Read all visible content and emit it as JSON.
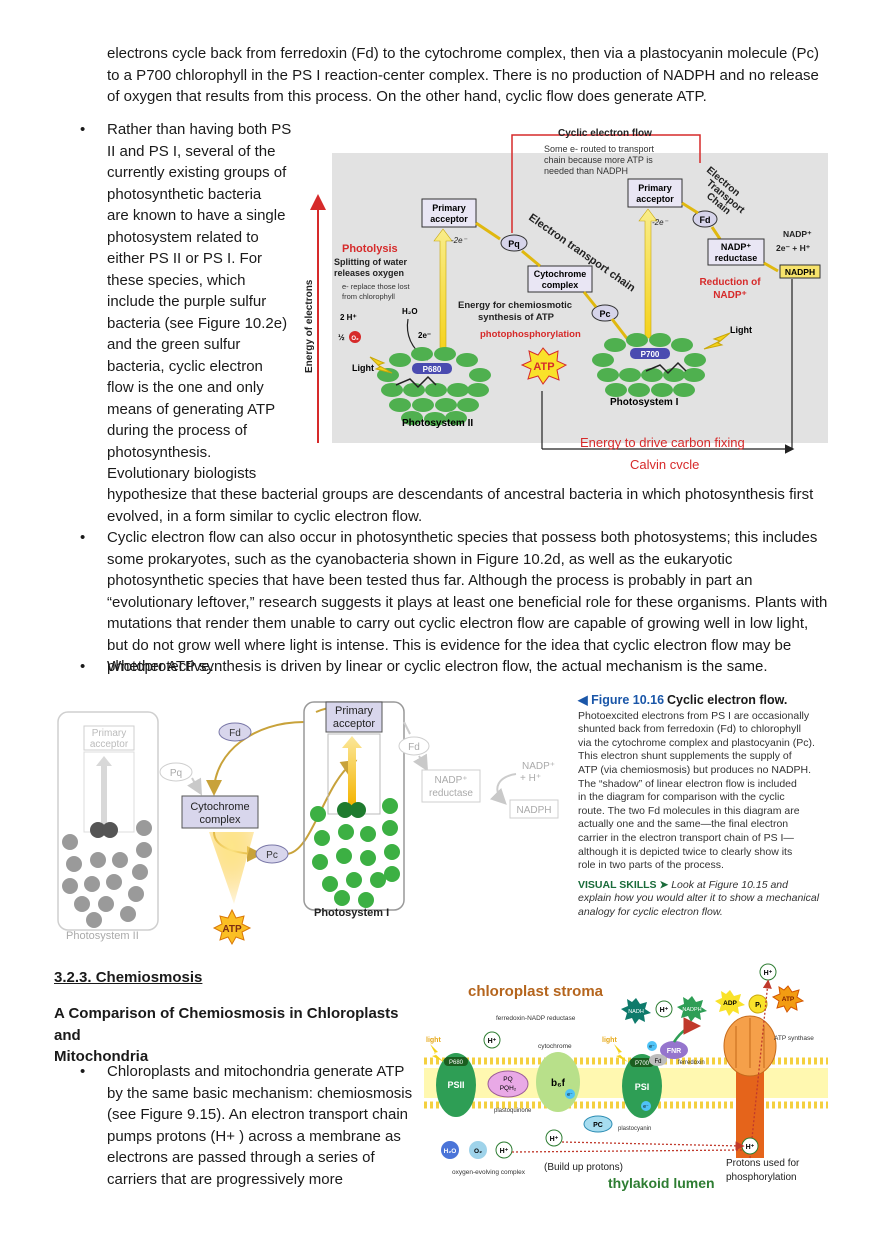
{
  "intro_paragraph": "electrons cycle back from ferredoxin (Fd) to the cytochrome complex, then via a plastocyanin molecule (Pc) to a P700 chlorophyll in the PS I reaction-center complex. There is no production of NADPH and no release of oxygen that results from this process. On the other hand, cyclic flow does generate ATP.",
  "bullets": {
    "b1_lines": [
      "Rather than having both PS",
      "II and PS I, several of the",
      "currently existing groups of",
      "photosynthetic bacteria",
      "are known to have a single",
      "photosystem related to",
      "either PS II or PS I. For",
      "these species, which",
      "include the purple sulfur",
      "bacteria (see Figure 10.2e)",
      "and the green sulfur",
      "bacteria, cyclic electron",
      "flow is the one and only",
      "means of generating ATP",
      "during the process of",
      "photosynthesis.",
      "Evolutionary biologists"
    ],
    "b1_cont": "hypothesize that these bacterial groups are descendants of ancestral bacteria in which photosynthesis first evolved, in a form similar to cyclic electron flow.",
    "b2": "Cyclic electron flow can also occur in photosynthetic species that possess both photosystems; this includes some prokaryotes, such as the cyanobacteria shown in Figure 10.2d, as well as the eukaryotic photosynthetic species that have been tested thus far. Although the process is probably in part an “evolutionary leftover,” research suggests it plays at least one beneficial role for these organisms. Plants with mutations that render them unable to carry out cyclic electron flow are capable of growing well in low light, but do not grow well where light is intense. This is evidence for the idea that cyclic electron flow may be photoprotective.",
    "b3": "Whether ATP synthesis is driven by linear or cyclic electron flow, the actual mechanism is the same."
  },
  "fig1": {
    "cyclic_title": "Cyclic electron flow",
    "cyclic_note": [
      "Some e- routed to transport",
      "chain because more ATP is",
      "needed than NADPH"
    ],
    "energy_axis": "Energy of electrons",
    "photolysis": "Photolysis",
    "splitting": [
      "Splitting of water",
      "releases oxygen"
    ],
    "replace": [
      "e- replace those lost",
      "from chlorophyll"
    ],
    "h2o": "H₂O",
    "two_h": "2 H⁺",
    "half_o2": "½",
    "o2": "O₂",
    "two_e": "2e⁻",
    "minus_two_e": "-2e⁻",
    "light": "Light",
    "p680": "P680",
    "p700": "P700",
    "ps2": "Photosystem II",
    "ps1": "Photosystem I",
    "primary": [
      "Primary",
      "acceptor"
    ],
    "pq": "Pq",
    "pc": "Pc",
    "fd": "Fd",
    "cytochrome": [
      "Cytochrome",
      "complex"
    ],
    "etc": "Electron transport chain",
    "etc2": [
      "Electron",
      "Transport",
      "Chain"
    ],
    "chemi": [
      "Energy for chemiosmotic",
      "synthesis of ATP"
    ],
    "photophos": "photophosphorylation",
    "atp": "ATP",
    "nadp_red": [
      "NADP⁺",
      "reductase"
    ],
    "nadp_plus": "NADP⁺",
    "eq": "2e⁻ +  H⁺",
    "nadph": "NADPH",
    "reduction": [
      "Reduction of",
      "NADP⁺"
    ],
    "carbon": "Energy to drive carbon fixing",
    "calvin": "Calvin cvcle"
  },
  "fig2": {
    "primary": [
      "Primary",
      "acceptor"
    ],
    "fd": "Fd",
    "pq": "Pq",
    "pc": "Pc",
    "cytochrome": [
      "Cytochrome",
      "complex"
    ],
    "nadp_plus": [
      "NADP⁺",
      "+ H⁺"
    ],
    "nadp_red": [
      "NADP⁺",
      "reductase"
    ],
    "nadph": "NADPH",
    "atp": "ATP",
    "ps2": "Photosystem II",
    "ps1": "Photosystem I"
  },
  "caption": {
    "fig_label": "Figure 10.16",
    "title": "Cyclic electron flow.",
    "lines": [
      "Photoexcited electrons from PS I are occasionally",
      "shunted back from ferredoxin (Fd) to chlorophyll",
      "via the cytochrome complex and plastocyanin (Pc).",
      "This electron shunt supplements the supply of",
      "ATP (via chemiosmosis) but produces no NADPH.",
      "The “shadow” of linear electron flow is included",
      "in the diagram for comparison with the cyclic",
      "route. The two Fd molecules in this diagram are",
      "actually one and the same—the final electron",
      "carrier in the electron transport chain of PS I—",
      "although it is depicted twice to clearly show its",
      "role in two parts of the process."
    ],
    "visual_label": "VISUAL SKILLS",
    "visual_lines": [
      "Look at Figure 10.15 and",
      "explain how you would alter it to show a mechanical",
      "analogy for cyclic electron flow."
    ]
  },
  "section": {
    "heading": "3.2.3. Chemiosmosis",
    "subheading": [
      "A Comparison of Chemiosmosis in Chloroplasts and",
      "Mitochondria"
    ],
    "bullet_lines": [
      "Chloroplasts and mitochondria generate ATP",
      "by the same basic mechanism: chemiosmosis",
      "(see Figure 9.15). An electron transport chain",
      "pumps protons (H+ ) across a membrane as",
      "electrons are passed through a series of",
      "carriers that are progressively more"
    ]
  },
  "fig3": {
    "stroma": "chloroplast stroma",
    "lumen": "thylakoid lumen",
    "fnr_label": "ferredoxin-NADP reductase",
    "cytochrome": "cytochrome",
    "light": "light",
    "hplus": "H⁺",
    "nadh": "NADH",
    "nadph": "NADPH",
    "fnr": "FNR",
    "fd": "Fd",
    "ferredoxin": "ferredoxin",
    "adp": "ADP",
    "pi": "Pᵢ",
    "atp": "ATP",
    "atp_synthase": "ATP synthase",
    "p680": "P680",
    "psii": "PSII",
    "p700": "P700",
    "psi": "PSI",
    "pq": "PQ",
    "pqh2": "PQH₂",
    "plastoquinone": "plastoquinone",
    "b6f": "b₆f",
    "e": "e⁻",
    "pc": "PC",
    "plastocyanin": "plastocyanin",
    "h2o": "H₂O",
    "o2": "O₂",
    "oec": "oxygen-evolving complex",
    "build_up": "(Build up protons)",
    "protons_used": [
      "Protons used for",
      "phosphorylation"
    ]
  }
}
